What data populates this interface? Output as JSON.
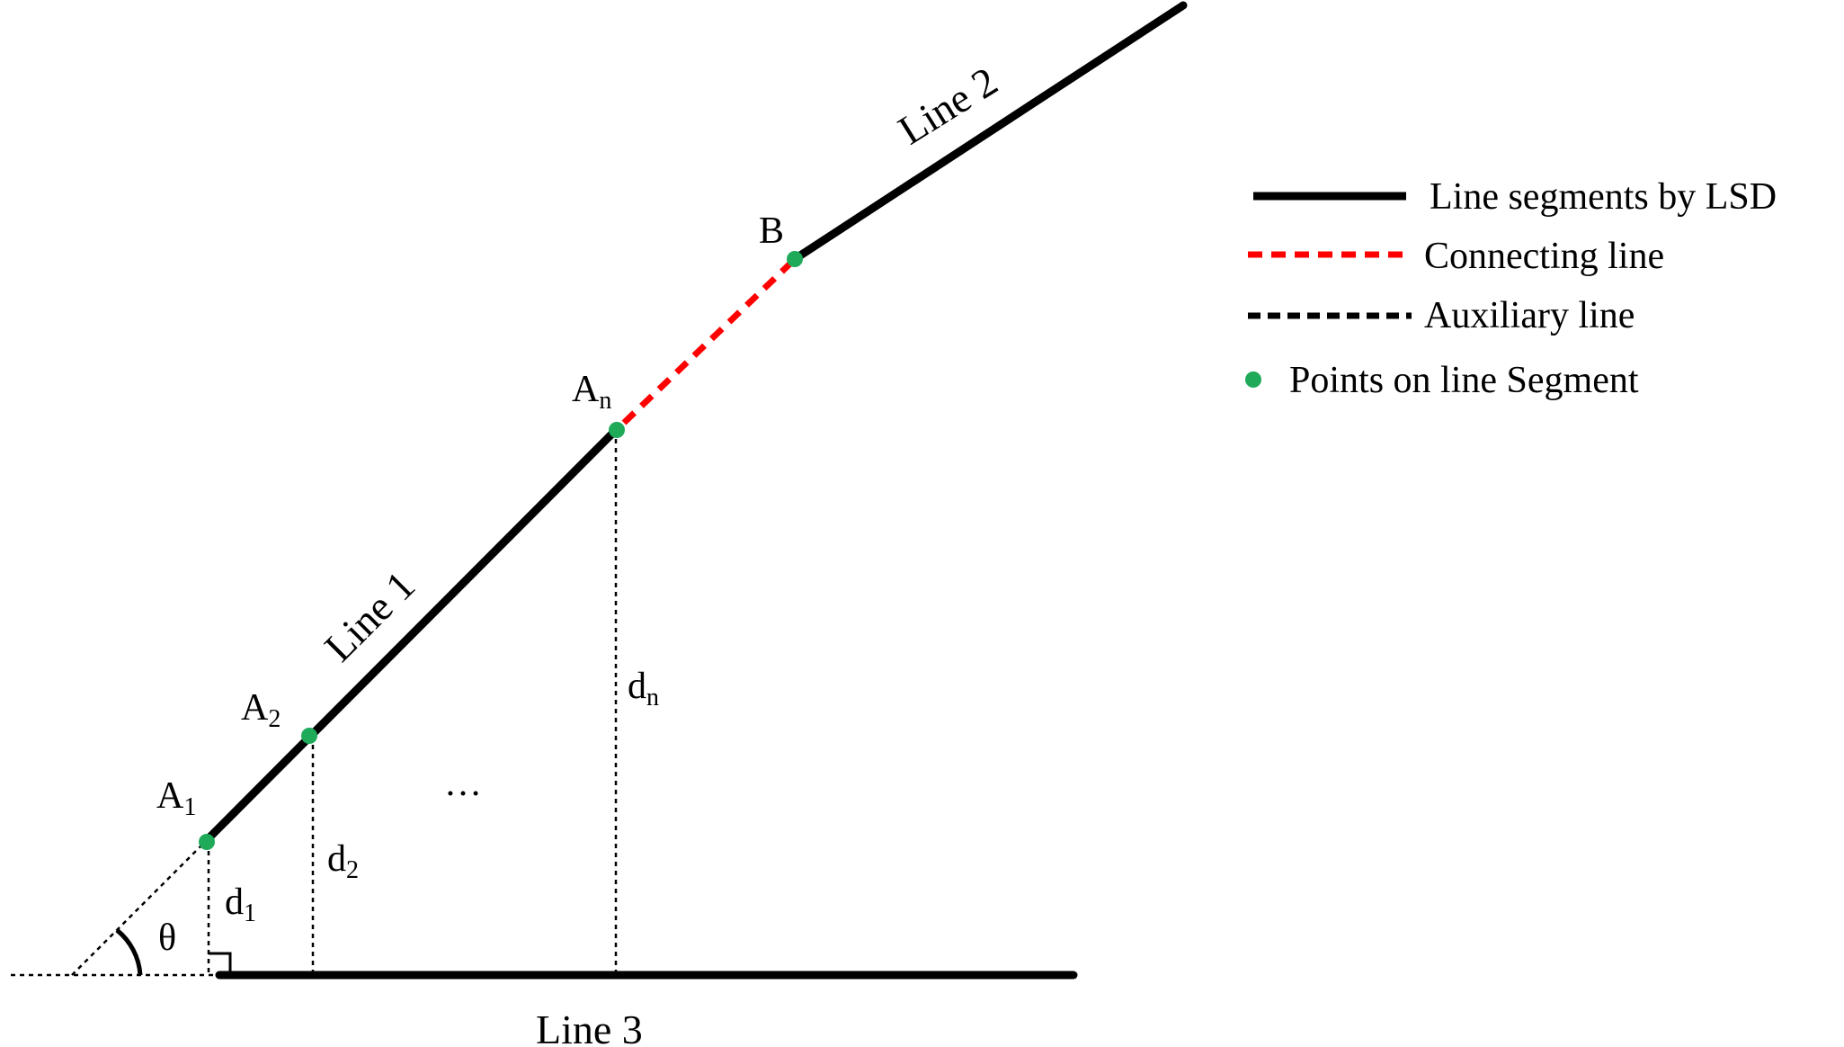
{
  "labels": {
    "line1": "Line 1",
    "line2": "Line 2",
    "line3": "Line 3",
    "b": "B",
    "a_letter": "A",
    "d_letter": "d",
    "sub_1": "1",
    "sub_2": "2",
    "sub_n": "n",
    "ellipsis": "…",
    "theta": "θ"
  },
  "legend": {
    "items": [
      {
        "label": "Line segments by LSD",
        "swatch": "solid-line"
      },
      {
        "label": "Connecting line",
        "swatch": "dashed-line"
      },
      {
        "label": "Auxiliary line",
        "swatch": "dashed-line"
      },
      {
        "label": "Points on line Segment",
        "swatch": "dot"
      }
    ]
  },
  "colors": {
    "segment": "#000000",
    "connecting": "#ff0000",
    "auxiliary": "#000000",
    "point": "#1faa5a"
  }
}
